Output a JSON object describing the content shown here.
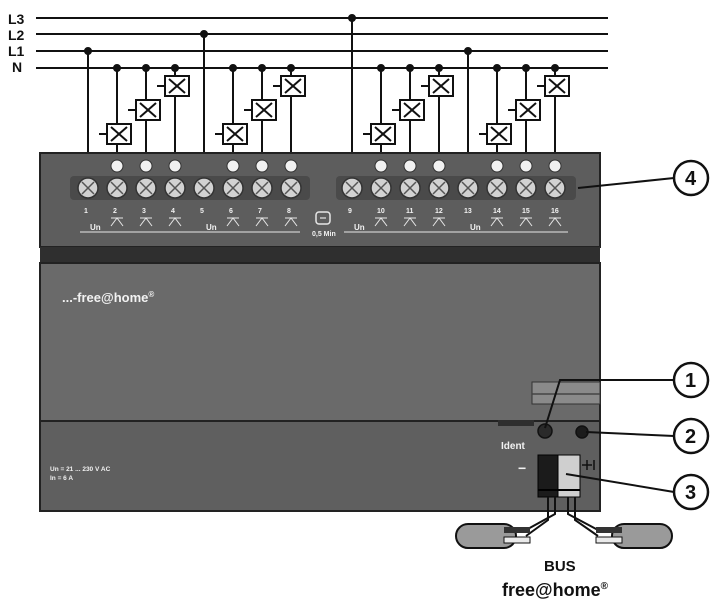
{
  "lines": {
    "l3": "L3",
    "l2": "L2",
    "l1": "L1",
    "n": "N"
  },
  "device": {
    "brand": "...-free@home",
    "brand_reg": "®",
    "channel_numbers": [
      "1",
      "2",
      "3",
      "4",
      "5",
      "6",
      "7",
      "8",
      "9",
      "10",
      "11",
      "12",
      "13",
      "14",
      "15",
      "16"
    ],
    "un_label": "Un",
    "fuse_label": "0,5 Min",
    "ident_label": "Ident",
    "rating_line1": "Un = 21 ... 230 V AC",
    "rating_line2": "In = 6 A",
    "minus_symbol": "−"
  },
  "bus": {
    "label": "BUS",
    "brand": "free@home",
    "brand_reg": "®"
  },
  "callouts": [
    "1",
    "2",
    "3",
    "4"
  ],
  "colors": {
    "housing": "#646464",
    "housing_dark": "#3f3f3f",
    "terminal": "#c9c9c9",
    "line": "#111111"
  }
}
